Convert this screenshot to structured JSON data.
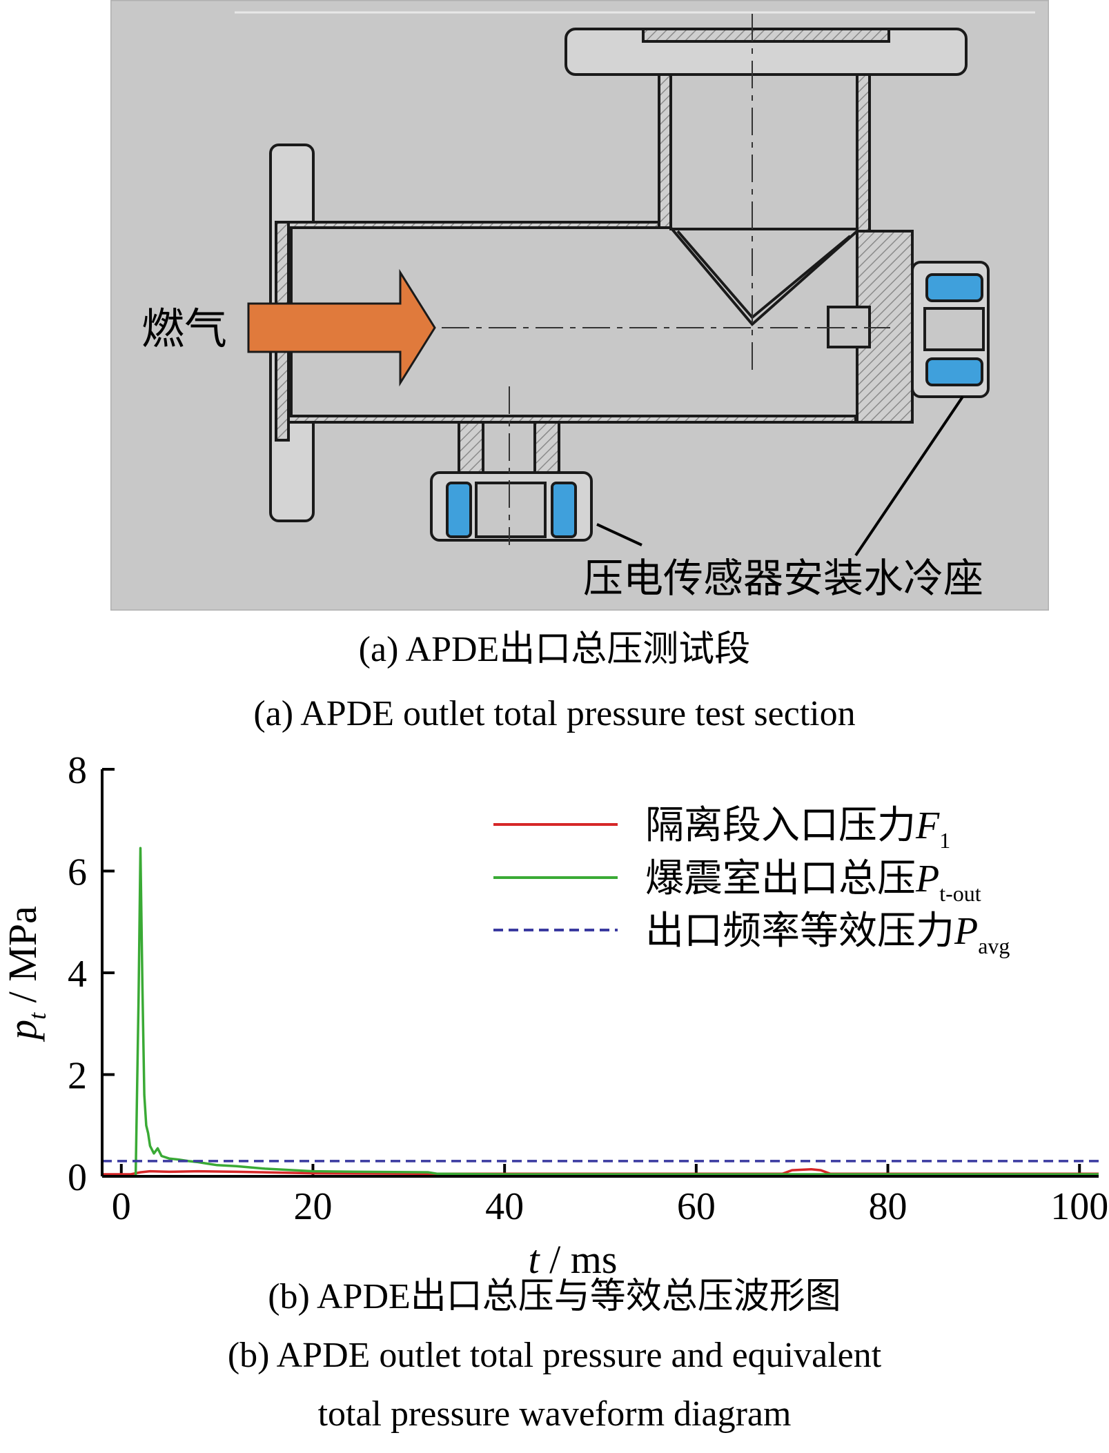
{
  "panel_a": {
    "fuel_label": "燃气",
    "sensor_label": "压电传感器安装水冷座",
    "caption_cn": "(a) APDE出口总压测试段",
    "caption_en": "(a) APDE outlet total pressure test section",
    "colors": {
      "background": "#c8c8c8",
      "arrow": "#e07a3c",
      "sensor": "#3fa0dc",
      "hatch": "#8a8a8a"
    }
  },
  "panel_b": {
    "caption_cn": "(b) APDE出口总压与等效总压波形图",
    "caption_en_line1": "(b) APDE outlet total pressure and equivalent",
    "caption_en_line2": "total pressure waveform diagram"
  },
  "chart_data": {
    "type": "line",
    "xlabel": "t / ms",
    "ylabel": "p_t / MPa",
    "xlim": [
      -2,
      102
    ],
    "ylim": [
      0,
      8
    ],
    "xticks": [
      0,
      20,
      40,
      60,
      80,
      100
    ],
    "yticks": [
      0,
      2,
      4,
      6,
      8
    ],
    "legend_position": "top-right",
    "series": [
      {
        "name": "隔离段入口压力F1",
        "name_main": "隔离段入口压力",
        "name_var": "F",
        "name_sub": "1",
        "color": "#d62728",
        "dash": "solid",
        "x": [
          -2,
          1,
          2,
          3,
          5,
          8,
          12,
          20,
          32,
          40,
          60,
          69,
          70,
          72,
          73,
          74,
          80,
          100,
          102
        ],
        "y": [
          0.04,
          0.04,
          0.08,
          0.1,
          0.09,
          0.1,
          0.09,
          0.06,
          0.05,
          0.05,
          0.05,
          0.05,
          0.12,
          0.14,
          0.12,
          0.05,
          0.05,
          0.05,
          0.05
        ]
      },
      {
        "name": "爆震室出口总压Pt-out",
        "name_main": "爆震室出口总压",
        "name_var": "P",
        "name_sub": "t-out",
        "color": "#3aaa35",
        "dash": "solid",
        "x": [
          -2,
          1.5,
          1.8,
          2.0,
          2.2,
          2.4,
          2.6,
          2.8,
          3.0,
          3.4,
          3.8,
          4.2,
          5,
          6,
          7,
          8,
          9,
          10,
          12,
          15,
          20,
          25,
          32,
          33,
          40,
          60,
          80,
          100,
          102
        ],
        "y": [
          0,
          0,
          3.5,
          6.45,
          3.8,
          1.6,
          1.0,
          0.85,
          0.6,
          0.45,
          0.55,
          0.4,
          0.35,
          0.33,
          0.3,
          0.28,
          0.25,
          0.22,
          0.2,
          0.15,
          0.1,
          0.09,
          0.08,
          0.05,
          0.04,
          0.04,
          0.04,
          0.04,
          0.04
        ]
      },
      {
        "name": "出口频率等效压力Pavg",
        "name_main": "出口频率等效压力",
        "name_var": "P",
        "name_sub": "avg",
        "color": "#3a3aa0",
        "dash": "dashed",
        "x": [
          -2,
          102
        ],
        "y": [
          0.3,
          0.3
        ]
      }
    ]
  }
}
